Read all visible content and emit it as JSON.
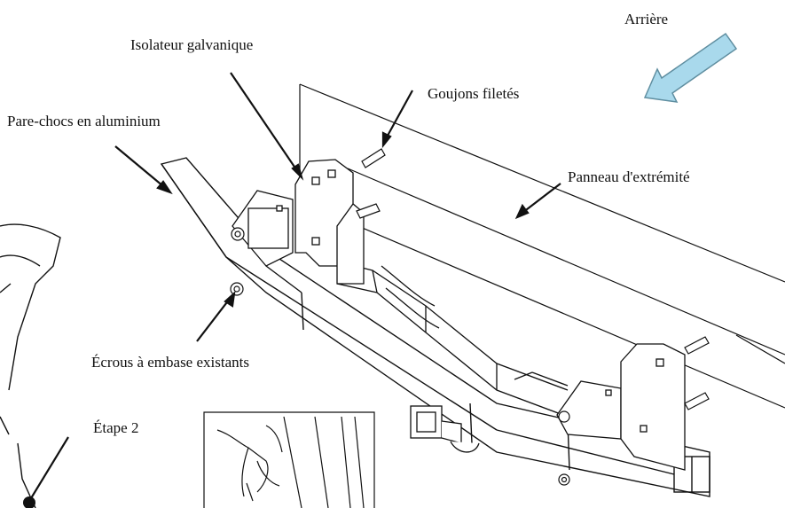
{
  "labels": {
    "rear": "Arrière",
    "galvanic_isolator": "Isolateur galvanique",
    "threaded_studs": "Goujons filetés",
    "aluminum_bumper": "Pare-chocs en aluminium",
    "end_panel": "Panneau d'extrémité",
    "existing_flange_nuts": "Écrous à embase existants",
    "step_2": "Étape 2"
  },
  "colors": {
    "line": "#111111",
    "arrow_fill": "#a9d9ec",
    "arrow_stroke": "#5f8ea0",
    "background": "#ffffff"
  },
  "icons": {
    "rear_direction": "arrow-down-left-icon"
  }
}
